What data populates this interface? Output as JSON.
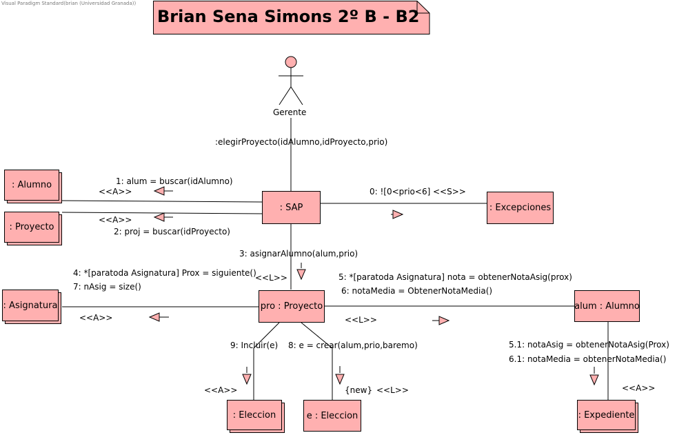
{
  "watermark": "Visual Paradigm Standard(brian (Universidad Granada))",
  "title": "Brian Sena Simons 2º B - B2",
  "actor": {
    "name": "Gerente"
  },
  "objects": {
    "alumno": ": Alumno",
    "proyecto": ": Proyecto",
    "sap": ": SAP",
    "excepciones": ": Excepciones",
    "asignatura": ": Asignatura",
    "pro_proyecto": "pro : Proyecto",
    "alum_alumno": "alum : Alumno",
    "eleccion": ": Eleccion",
    "e_eleccion": "e : Eleccion",
    "expediente": ": Expediente"
  },
  "messages": {
    "elegir": ":elegirProyecto(idAlumno,idProyecto,prio)",
    "m1": "1: alum = buscar(idAlumno)",
    "m1_st": "<<A>>",
    "m2_st": "<<A>>",
    "m2": "2: proj = buscar(idProyecto)",
    "m0": "0: ![0<prio<6]",
    "m0_st": "<<S>>",
    "m3": "3: asignarAlumno(alum,prio)",
    "m3_st": "<<L>>",
    "m4": "4: *[paratoda Asignatura] Prox = siguiente()",
    "m7": "7: nAsig = size()",
    "m47_st": "<<A>>",
    "m5": "5: *[paratoda Asignatura] nota = obtenerNotaAsig(prox)",
    "m6": "6: notaMedia = ObtenerNotaMedia()",
    "m56_st": "<<L>>",
    "m9": "9: Incluir(e)",
    "m8": "8: e = crear(alum,prio,baremo)",
    "m9_st": "<<A>>",
    "m8_new": "{new}",
    "m8_st": "<<L>>",
    "m51": "5.1: notaAsig = obtenerNotaAsig(Prox)",
    "m61": "6.1: notaMedia = obtenerNotaMedia()",
    "m5161_st": "<<A>>"
  },
  "colors": {
    "fill": "#ffb0b0",
    "line": "#000000"
  }
}
